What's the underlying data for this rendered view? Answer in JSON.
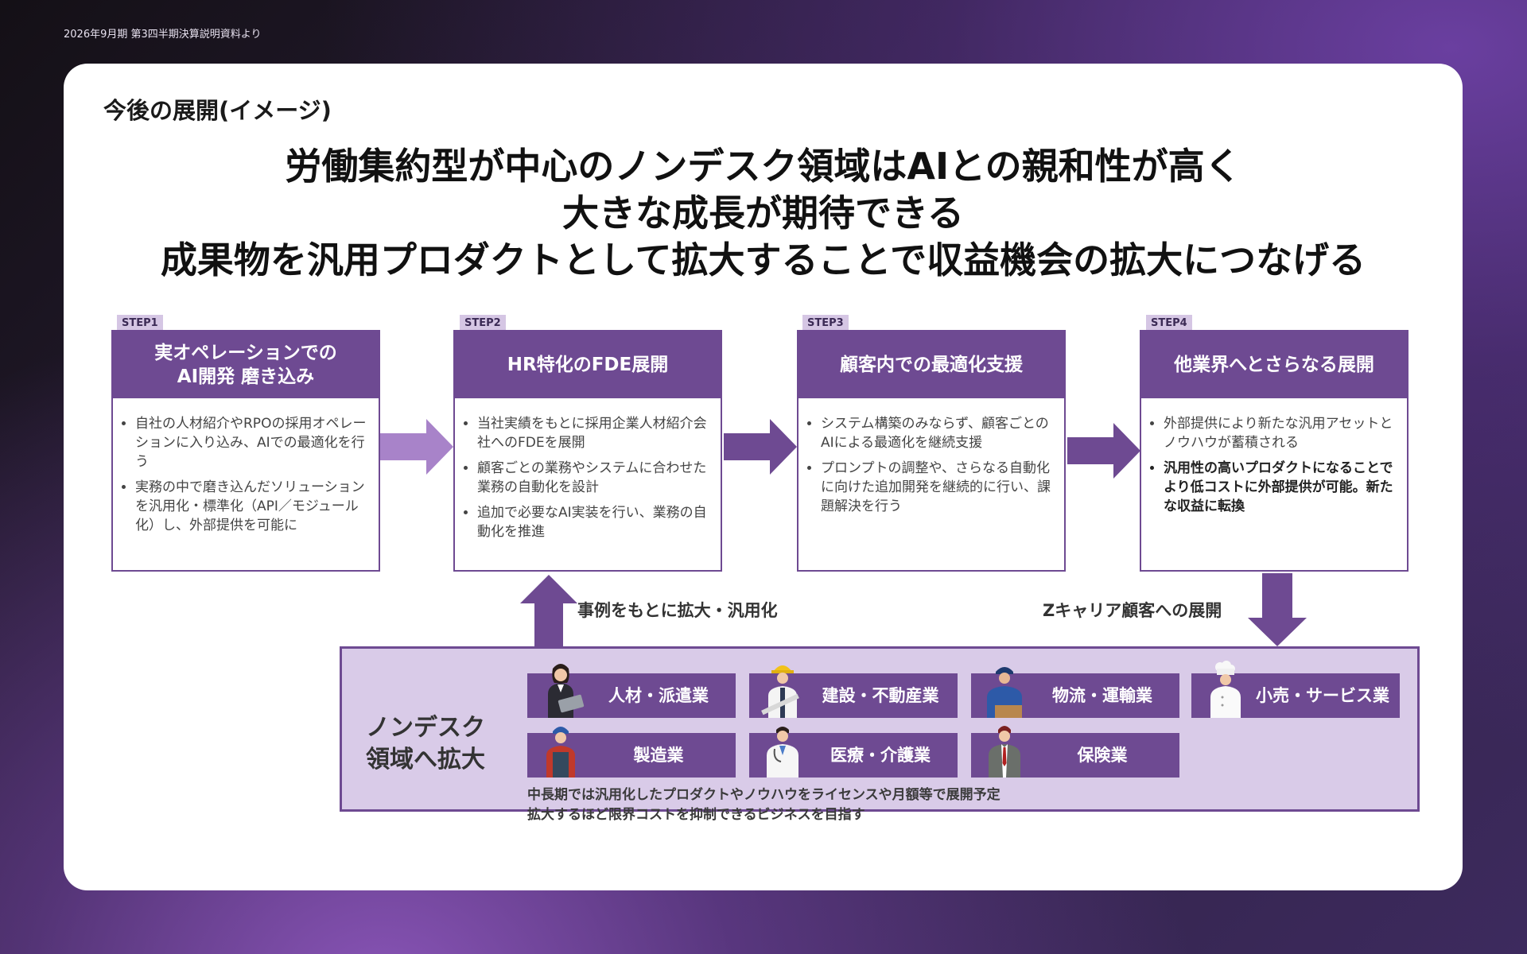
{
  "source": "2026年9月期 第3四半期決算説明資料より",
  "section_title": "今後の展開(イメージ)",
  "headline": [
    "労働集約型が中心のノンデスク領域はAIとの親和性が高く",
    "大きな成長が期待できる",
    "成果物を汎用プロダクトとして拡大することで収益機会の拡大につなげる"
  ],
  "steps": [
    {
      "tag": "STEP1",
      "title": [
        "実オペレーションでの",
        "AI開発 磨き込み"
      ],
      "bullets": [
        {
          "text": "自社の人材紹介やRPOの採用オペレーションに入り込み、AIでの最適化を行う",
          "bold": false
        },
        {
          "text": "実務の中で磨き込んだソリューションを汎用化・標準化（API／モジュール化）し、外部提供を可能に",
          "bold": false
        }
      ]
    },
    {
      "tag": "STEP2",
      "title": [
        "HR特化のFDE展開"
      ],
      "bullets": [
        {
          "text": "当社実績をもとに採用企業人材紹介会社へのFDEを展開",
          "bold": false
        },
        {
          "text": "顧客ごとの業務やシステムに合わせた業務の自動化を設計",
          "bold": false
        },
        {
          "text": "追加で必要なAI実装を行い、業務の自動化を推進",
          "bold": false
        }
      ]
    },
    {
      "tag": "STEP3",
      "title": [
        "顧客内での最適化支援"
      ],
      "bullets": [
        {
          "text": "システム構築のみならず、顧客ごとのAIによる最適化を継続支援",
          "bold": false
        },
        {
          "text": "プロンプトの調整や、さらなる自動化に向けた追加開発を継続的に行い、課題解決を行う",
          "bold": false
        }
      ]
    },
    {
      "tag": "STEP4",
      "title": [
        "他業界へとさらなる展開"
      ],
      "bullets": [
        {
          "text": "外部提供により新たな汎用アセットとノウハウが蓄積される",
          "bold": false
        },
        {
          "text": "汎用性の高いプロダクトになることでより低コストに外部提供が可能。新たな収益に転換",
          "bold": true
        }
      ]
    }
  ],
  "flow": {
    "up_label": "事例をもとに拡大・汎用化",
    "down_label": "Zキャリア顧客への展開"
  },
  "nondesk": {
    "title": [
      "ノンデスク",
      "領域へ拡大"
    ],
    "industries": [
      {
        "label": "人材・派遣業",
        "icon": "businesswoman-laptop-icon"
      },
      {
        "label": "建設・不動産業",
        "icon": "construction-worker-icon"
      },
      {
        "label": "物流・運輸業",
        "icon": "delivery-worker-icon"
      },
      {
        "label": "小売・サービス業",
        "icon": "chef-icon"
      },
      {
        "label": "製造業",
        "icon": "factory-worker-icon"
      },
      {
        "label": "医療・介護業",
        "icon": "doctor-icon"
      },
      {
        "label": "保険業",
        "icon": "businessman-icon"
      }
    ],
    "note": [
      "中長期では汎用化したプロダクトやノウハウをライセンスや月額等で展開予定",
      "拡大するほど限界コストを抑制できるビジネスを目指す"
    ]
  },
  "colors": {
    "primary_purple": "#6e4a92",
    "light_purple": "#d9cbe8",
    "arrow_light": "#a883c9"
  }
}
